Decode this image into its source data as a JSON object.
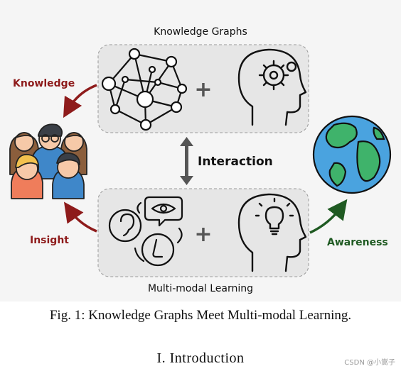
{
  "figure": {
    "top_box_title": "Knowledge Graphs",
    "bottom_box_title": "Multi-modal Learning",
    "center_label": "Interaction",
    "left_top_label": "Knowledge",
    "left_bottom_label": "Insight",
    "right_label": "Awareness",
    "plus_sign": "+",
    "colors": {
      "knowledge_arrow": "#8e1b1b",
      "awareness_arrow": "#1f5a22",
      "box_fill": "#e6e6e6"
    },
    "icons": [
      "knowledge-graph-network-icon",
      "head-gears-icon",
      "senses-icon",
      "head-lightbulb-icon",
      "people-group-icon",
      "earth-globe-icon"
    ]
  },
  "caption": "Fig. 1: Knowledge Graphs Meet Multi-modal Learning.",
  "section_heading": "I. Introduction",
  "watermark": "CSDN @小嵩子"
}
